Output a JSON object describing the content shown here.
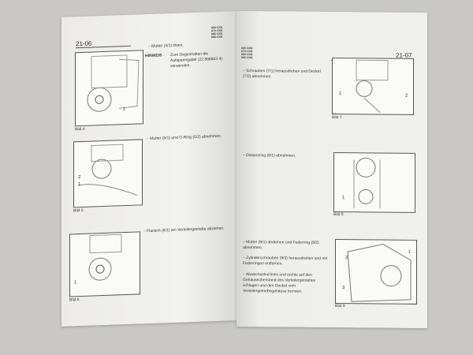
{
  "left_page": {
    "page_number": "21-06",
    "models": [
      "660 1001",
      "670 1001",
      "680 1001",
      "690 1001"
    ],
    "steps": [
      {
        "text": "– Mutter (4/1) lösen."
      },
      {
        "note_label": "HINWEIS",
        "text": "Zum Gegenhalten die Aufspanngabel (22 886863 4) verwenden."
      },
      {
        "text": "– Mutter (5/1) und O-Ring (5/2) abnehmen."
      },
      {
        "text": "– Flansch (6/1) am Verteilergetriebe abziehen."
      }
    ],
    "figures": [
      {
        "caption": "Bild 4",
        "labels": [
          "1"
        ]
      },
      {
        "caption": "Bild 5",
        "labels": [
          "2",
          "1"
        ]
      },
      {
        "caption": "Bild 6",
        "labels": [
          "1"
        ]
      }
    ]
  },
  "right_page": {
    "page_number": "21-07",
    "models": [
      "660 1001",
      "670 1001",
      "680 1001",
      "690 1001"
    ],
    "steps": [
      {
        "text": "– Schrauben (7/1) herausdrehen und Deckel (7/2) abnehmen."
      },
      {
        "text": "– Distanzring (8/1) abnehmen."
      },
      {
        "text": "– Mutter (9/1) abdrehen und Federring (9/2) abnehmen."
      },
      {
        "text": "– Zylinderschrauben (9/3) herausdrehen und mit Federringen entfernen."
      },
      {
        "text": "– Abwechselnd links und rechts auf den Gehäuseüberstand des Verteilergetriebes schlagen und den Deckel vom Verteilergetriebegehäuse trennen."
      }
    ],
    "figures": [
      {
        "caption": "Bild 7",
        "labels": [
          "1",
          "2"
        ]
      },
      {
        "caption": "Bild 8",
        "labels": [
          "1"
        ]
      },
      {
        "caption": "Bild 9",
        "labels": [
          "1",
          "2",
          "3"
        ]
      }
    ]
  }
}
